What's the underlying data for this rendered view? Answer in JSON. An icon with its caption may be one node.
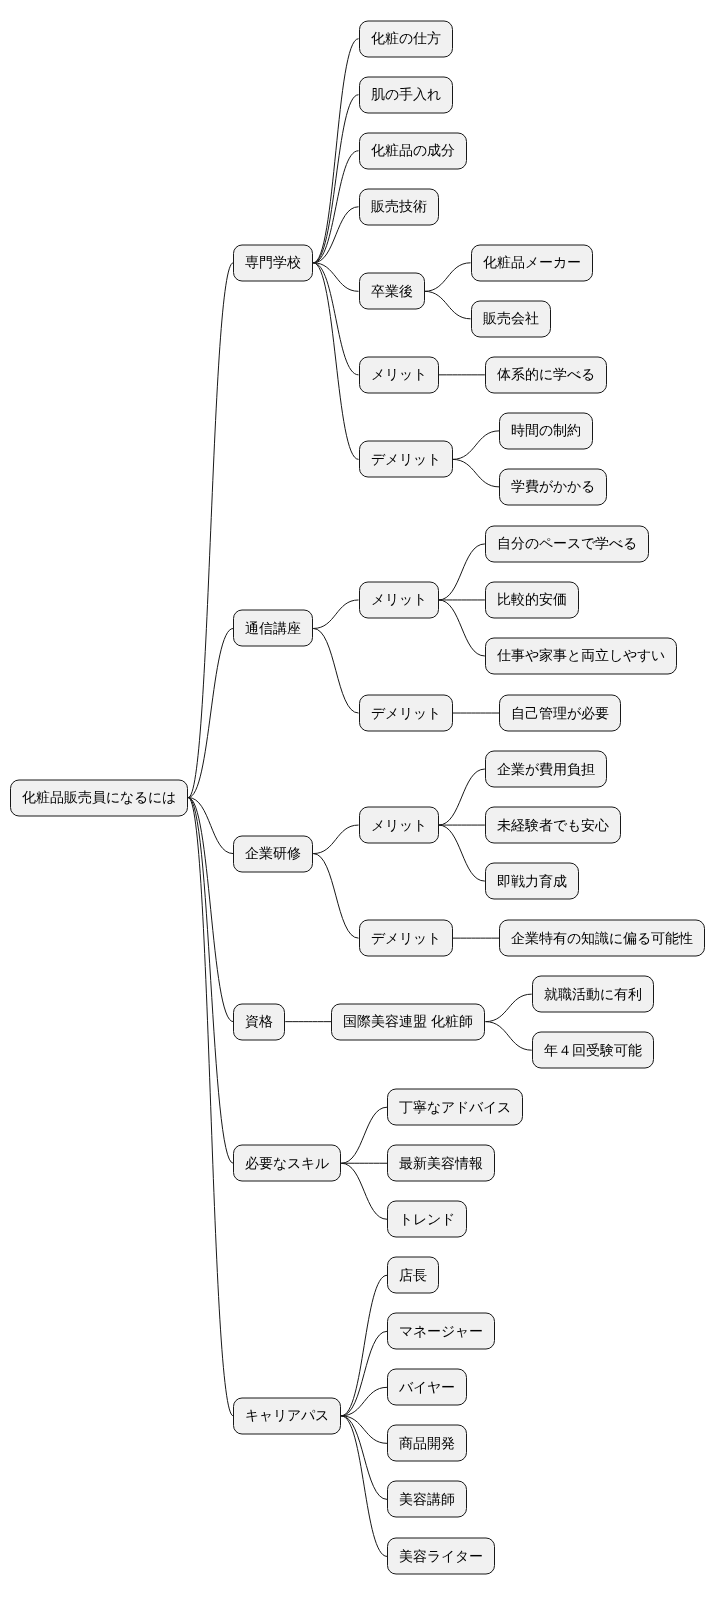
{
  "diagram": {
    "nodes": [
      {
        "text": [
          "化粧品販売員になるには"
        ]
      },
      {
        "text": [
          "専門学校"
        ]
      },
      {
        "text": [
          "化粧の仕方"
        ]
      },
      {
        "text": [
          "肌の手入れ"
        ]
      },
      {
        "text": [
          "化粧品の成分"
        ]
      },
      {
        "text": [
          "販売技術"
        ]
      },
      {
        "text": [
          "卒業後"
        ]
      },
      {
        "text": [
          "化粧品メーカー"
        ]
      },
      {
        "text": [
          "販売会社"
        ]
      },
      {
        "text": [
          "メリット"
        ]
      },
      {
        "text": [
          "体系的に学べる"
        ]
      },
      {
        "text": [
          "デメリット"
        ]
      },
      {
        "text": [
          "時間の制約"
        ]
      },
      {
        "text": [
          "学費がかかる"
        ]
      },
      {
        "text": [
          "通信講座"
        ]
      },
      {
        "text": [
          "メリット"
        ]
      },
      {
        "text": [
          "自分のペースで学べる"
        ]
      },
      {
        "text": [
          "比較的安価"
        ]
      },
      {
        "text": [
          "仕事や家事と両立しやすい"
        ]
      },
      {
        "text": [
          "デメリット"
        ]
      },
      {
        "text": [
          "自己管理が必要"
        ]
      },
      {
        "text": [
          "企業研修"
        ]
      },
      {
        "text": [
          "メリット"
        ]
      },
      {
        "text": [
          "企業が費用負担"
        ]
      },
      {
        "text": [
          "未経験者でも安心"
        ]
      },
      {
        "text": [
          "即戦力育成"
        ]
      },
      {
        "text": [
          "デメリット"
        ]
      },
      {
        "text": [
          "企業特有の知識に偏る可能性"
        ]
      },
      {
        "text": [
          "資格"
        ]
      },
      {
        "text": [
          "国際美容連盟 化粧師"
        ]
      },
      {
        "text": [
          "就職活動に有利"
        ]
      },
      {
        "text": [
          "年４回受験可能"
        ]
      },
      {
        "text": [
          "必要なスキル"
        ]
      },
      {
        "text": [
          "丁寧なアドバイス"
        ]
      },
      {
        "text": [
          "最新美容情報"
        ]
      },
      {
        "text": [
          "トレンド"
        ]
      },
      {
        "text": [
          "キャリアパス"
        ]
      },
      {
        "text": [
          "店長"
        ]
      },
      {
        "text": [
          "マネージャー"
        ]
      },
      {
        "text": [
          "バイヤー"
        ]
      },
      {
        "text": [
          "商品開発"
        ]
      },
      {
        "text": [
          "美容講師"
        ]
      },
      {
        "text": [
          "美容ライター"
        ]
      }
    ],
    "edges": [
      {
        "from": 0,
        "to": 1,
        "arrow": "none"
      },
      {
        "from": 1,
        "to": 2,
        "arrow": "none"
      },
      {
        "from": 1,
        "to": 3,
        "arrow": "none"
      },
      {
        "from": 1,
        "to": 4,
        "arrow": "none"
      },
      {
        "from": 1,
        "to": 5,
        "arrow": "none"
      },
      {
        "from": 1,
        "to": 6,
        "arrow": "none"
      },
      {
        "from": 6,
        "to": 7,
        "arrow": "none"
      },
      {
        "from": 6,
        "to": 8,
        "arrow": "none"
      },
      {
        "from": 1,
        "to": 9,
        "arrow": "none"
      },
      {
        "from": 9,
        "to": 10,
        "arrow": "none"
      },
      {
        "from": 1,
        "to": 11,
        "arrow": "none"
      },
      {
        "from": 11,
        "to": 12,
        "arrow": "none"
      },
      {
        "from": 11,
        "to": 13,
        "arrow": "none"
      },
      {
        "from": 0,
        "to": 14,
        "arrow": "none"
      },
      {
        "from": 14,
        "to": 15,
        "arrow": "none"
      },
      {
        "from": 15,
        "to": 16,
        "arrow": "none"
      },
      {
        "from": 15,
        "to": 17,
        "arrow": "none"
      },
      {
        "from": 15,
        "to": 18,
        "arrow": "none"
      },
      {
        "from": 14,
        "to": 19,
        "arrow": "none"
      },
      {
        "from": 19,
        "to": 20,
        "arrow": "none"
      },
      {
        "from": 0,
        "to": 21,
        "arrow": "none"
      },
      {
        "from": 21,
        "to": 22,
        "arrow": "none"
      },
      {
        "from": 22,
        "to": 23,
        "arrow": "none"
      },
      {
        "from": 22,
        "to": 24,
        "arrow": "none"
      },
      {
        "from": 22,
        "to": 25,
        "arrow": "none"
      },
      {
        "from": 21,
        "to": 26,
        "arrow": "none"
      },
      {
        "from": 26,
        "to": 27,
        "arrow": "none"
      },
      {
        "from": 0,
        "to": 28,
        "arrow": "none"
      },
      {
        "from": 28,
        "to": 29,
        "arrow": "none"
      },
      {
        "from": 29,
        "to": 30,
        "arrow": "none"
      },
      {
        "from": 29,
        "to": 31,
        "arrow": "none"
      },
      {
        "from": 0,
        "to": 32,
        "arrow": "none"
      },
      {
        "from": 32,
        "to": 33,
        "arrow": "none"
      },
      {
        "from": 32,
        "to": 34,
        "arrow": "none"
      },
      {
        "from": 32,
        "to": 35,
        "arrow": "none"
      },
      {
        "from": 0,
        "to": 36,
        "arrow": "none"
      },
      {
        "from": 36,
        "to": 37,
        "arrow": "none"
      },
      {
        "from": 36,
        "to": 38,
        "arrow": "none"
      },
      {
        "from": 36,
        "to": 39,
        "arrow": "none"
      },
      {
        "from": 36,
        "to": 40,
        "arrow": "none"
      },
      {
        "from": 36,
        "to": 41,
        "arrow": "none"
      },
      {
        "from": 36,
        "to": 42,
        "arrow": "none"
      }
    ]
  }
}
